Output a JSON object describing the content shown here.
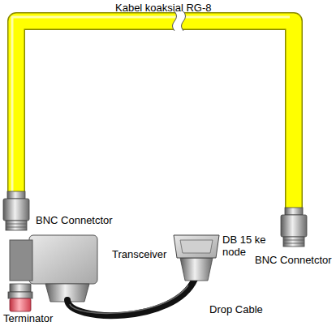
{
  "diagram": {
    "labels": [
      "Kabel koaksial RG-8",
      "BNC Connetctor",
      "Transceiver",
      "BNC Connetctor",
      "DB 15 ke node",
      "Drop Cable",
      "Terminator"
    ]
  }
}
